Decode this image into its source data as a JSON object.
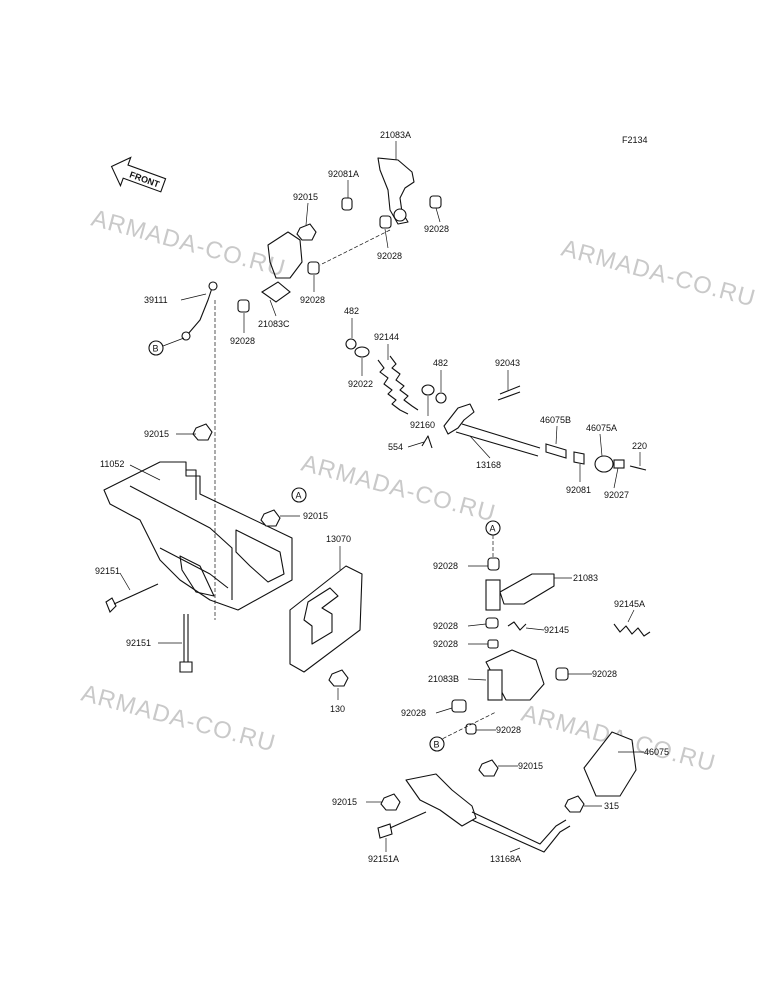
{
  "figure_code": "F2134",
  "front_arrow_label": "FRONT",
  "watermark": "ARMADA-CO.RU",
  "ref_markers": [
    "A",
    "B"
  ],
  "parts": [
    "21083A",
    "92081A",
    "92015",
    "92028",
    "39111",
    "21083C",
    "482",
    "92144",
    "92022",
    "92160",
    "92043",
    "46075B",
    "46075A",
    "220",
    "554",
    "13168",
    "92081",
    "92027",
    "11052",
    "13070",
    "92151",
    "130",
    "21083",
    "92145A",
    "92145",
    "21083B",
    "46075",
    "315",
    "92151A",
    "13168A"
  ],
  "labels": {
    "p21083A": "21083A",
    "p92081A": "92081A",
    "p92015_top": "92015",
    "p92028_a": "92028",
    "p92028_b": "92028",
    "p92028_c": "92028",
    "p92028_d": "92028",
    "p39111": "39111",
    "p21083C": "21083C",
    "p482_a": "482",
    "p482_b": "482",
    "p92144": "92144",
    "p92022": "92022",
    "p92160": "92160",
    "p92043": "92043",
    "p46075B": "46075B",
    "p46075A": "46075A",
    "p220": "220",
    "p554": "554",
    "p13168": "13168",
    "p92081": "92081",
    "p92027": "92027",
    "p92015_mid": "92015",
    "p11052": "11052",
    "p92015_br": "92015",
    "p13070": "13070",
    "p92151_a": "92151",
    "p92151_b": "92151",
    "p130": "130",
    "p92028_e": "92028",
    "p21083": "21083",
    "p92145A": "92145A",
    "p92028_f": "92028",
    "p92145": "92145",
    "p92028_g": "92028",
    "p21083B": "21083B",
    "p92028_h": "92028",
    "p92028_i": "92028",
    "p92028_j": "92028",
    "p46075": "46075",
    "p92015_low": "92015",
    "p92015_low2": "92015",
    "p315": "315",
    "p92151A": "92151A",
    "p13168A": "13168A"
  }
}
